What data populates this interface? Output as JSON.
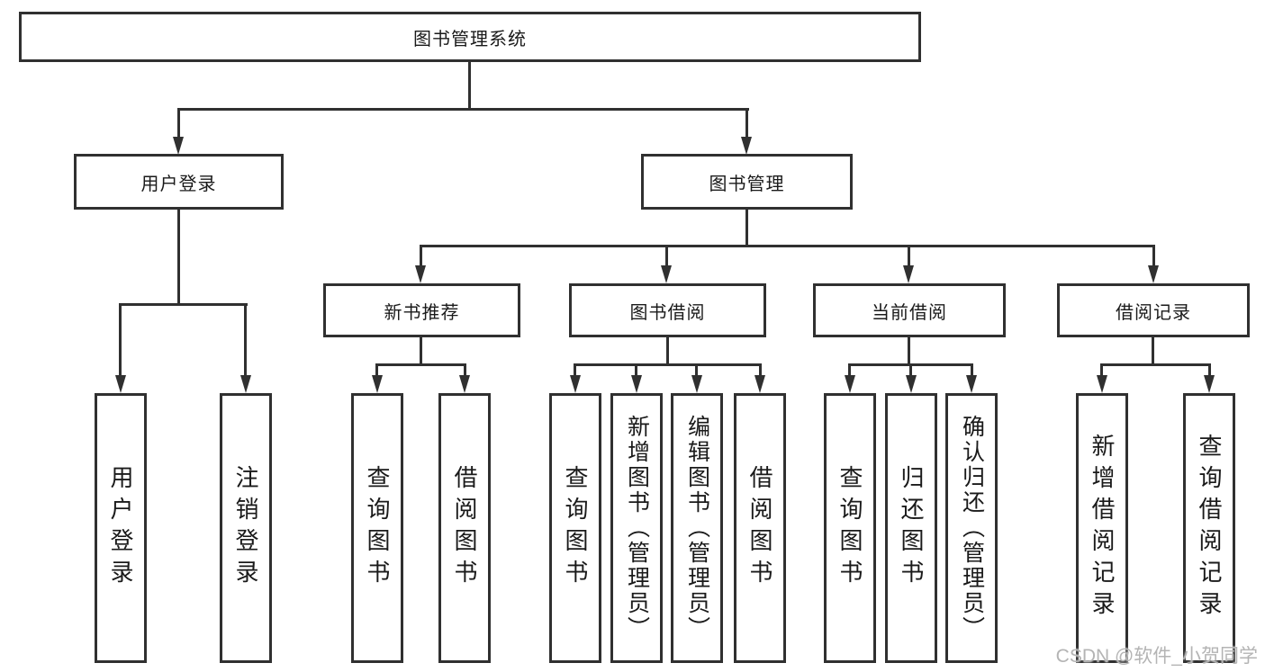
{
  "diagram_title": "图书管理系统",
  "colors": {
    "line": "#303030",
    "text": "#1a1a1a",
    "background": "#ffffff",
    "watermark": "#b4b4b4"
  },
  "tree": {
    "root": {
      "label": "图书管理系统",
      "children": [
        {
          "label": "用户登录",
          "children": [
            {
              "label": "用户登录"
            },
            {
              "label": "注销登录"
            }
          ]
        },
        {
          "label": "图书管理",
          "children": [
            {
              "label": "新书推荐",
              "children": [
                {
                  "label": "查询图书"
                },
                {
                  "label": "借阅图书"
                }
              ]
            },
            {
              "label": "图书借阅",
              "children": [
                {
                  "label": "查询图书"
                },
                {
                  "label": "新增图书（管理员）"
                },
                {
                  "label": "编辑图书（管理员）"
                },
                {
                  "label": "借阅图书"
                }
              ]
            },
            {
              "label": "当前借阅",
              "children": [
                {
                  "label": "查询图书"
                },
                {
                  "label": "归还图书"
                },
                {
                  "label": "确认归还（管理员）"
                }
              ]
            },
            {
              "label": "借阅记录",
              "children": [
                {
                  "label": "新增借阅记录"
                },
                {
                  "label": "查询借阅记录"
                }
              ]
            }
          ]
        }
      ]
    }
  },
  "watermark": {
    "text": "CSDN @软件_小贺同学"
  }
}
